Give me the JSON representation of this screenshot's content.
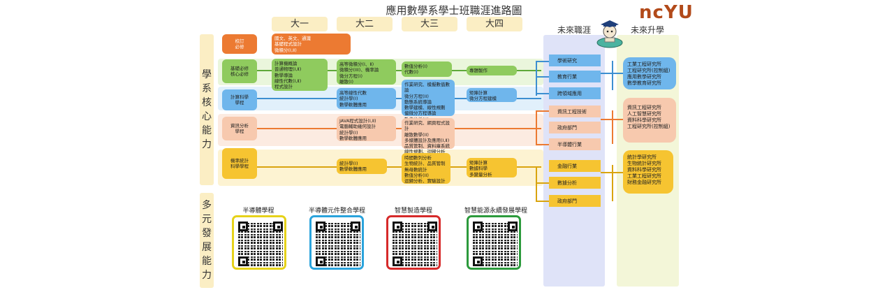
{
  "title": "應用數學系學士班職涯進路圖",
  "logo": "ncYU",
  "years": [
    "大一",
    "大二",
    "大三",
    "大四"
  ],
  "future_jobs_label": "未來職涯",
  "future_study_label": "未來升學",
  "side_core": "學\n系\n核\n心\n能\n力",
  "side_diverse": "多\n元\n發\n展\n能\n力",
  "rows": {
    "school": {
      "label": "校訂\n必修",
      "y1": "國文、英文、通識\n基礎程式設計\n微積分(Ⅰ,Ⅱ)"
    },
    "basic": {
      "label": "基礎必修\n核心必修",
      "y1": "計算機概論\n普通物理(Ⅰ,Ⅱ)\n數學導論\n線性代數(Ⅰ,Ⅱ)\n程式設計",
      "y2": "高等微積分(Ⅰ、Ⅱ)\n微積分(III)、機率論\n微分方程(Ⅰ)\n離散(Ⅰ)",
      "y3": "數值分析(Ⅰ)\n代數(Ⅰ)",
      "y4": "專題製作"
    },
    "cs": {
      "label": "計算科學\n學程",
      "y2": "高等線性代數\n統計學(Ⅰ)\n數學軟體應用",
      "y3": "作業研究、模擬數值數論\n微分方程(II)\n動態系統導論\n數學建模、線性規劃\n偏微分方程導論\n數值分析(II)",
      "y4": "矩陣計算\n微分方程建模"
    },
    "info": {
      "label": "資訊分析\n學程",
      "y2": "JAVA程式設計(Ⅰ,Ⅱ)\n電腦輔助幾何設計\n統計學(Ⅰ)\n數學軟體應用",
      "y3": "作業研究、網頁程式設計\n離散數學(II)\n多媒體設計及應用(Ⅰ,Ⅱ)\n品質管制、資料庫系統\n線性規劃、迴歸分析"
    },
    "stat": {
      "label": "機率統計\n科學學程",
      "y2": "統計學(Ⅰ)\n數學軟體應用",
      "y3": "時間數列分析\n生物統計、品質管制\n無母數統計\n數值分析(II)\n迴歸分析、實驗設計",
      "y4": "矩陣計算\n數據科學\n多變量分析"
    }
  },
  "jobs": {
    "group1": [
      "學術研究",
      "教育行業",
      "跨領域應用"
    ],
    "group2": [
      "資訊工程技術",
      "政府部門",
      "半導體行業"
    ],
    "group3": [
      "金融行業",
      "數據分析",
      "政府部門"
    ]
  },
  "grad": {
    "g1": "工業工程研究所\n工程研究所(控制組)\n應用數學研究所\n數學教育研究所",
    "g2": "資訊工程研究所\n人工智慧研究所\n資料科學研究所\n工程研究所(控制組)",
    "g3": "統計學研究所\n生物統計研究所\n資料科學研究所\n工業工程研究所\n財務金融研究所"
  },
  "programs": [
    "半導體學程",
    "半導體元件整合學程",
    "智慧製造學程",
    "智慧能源永續發展學程"
  ],
  "colors": {
    "orange": "#ec7a32",
    "green": "#8fcb5e",
    "blue": "#6fb6ec",
    "peach": "#f7c9ae",
    "yellow": "#f6c431",
    "future_jobs_bg": "#dfe3f8",
    "future_study_bg": "#f3f6d8",
    "logo": "#b24a1a",
    "qr_yellow": "#e6d21a",
    "qr_blue": "#2aa3dc",
    "qr_red": "#d62a2a",
    "qr_green": "#2c9a3c"
  }
}
